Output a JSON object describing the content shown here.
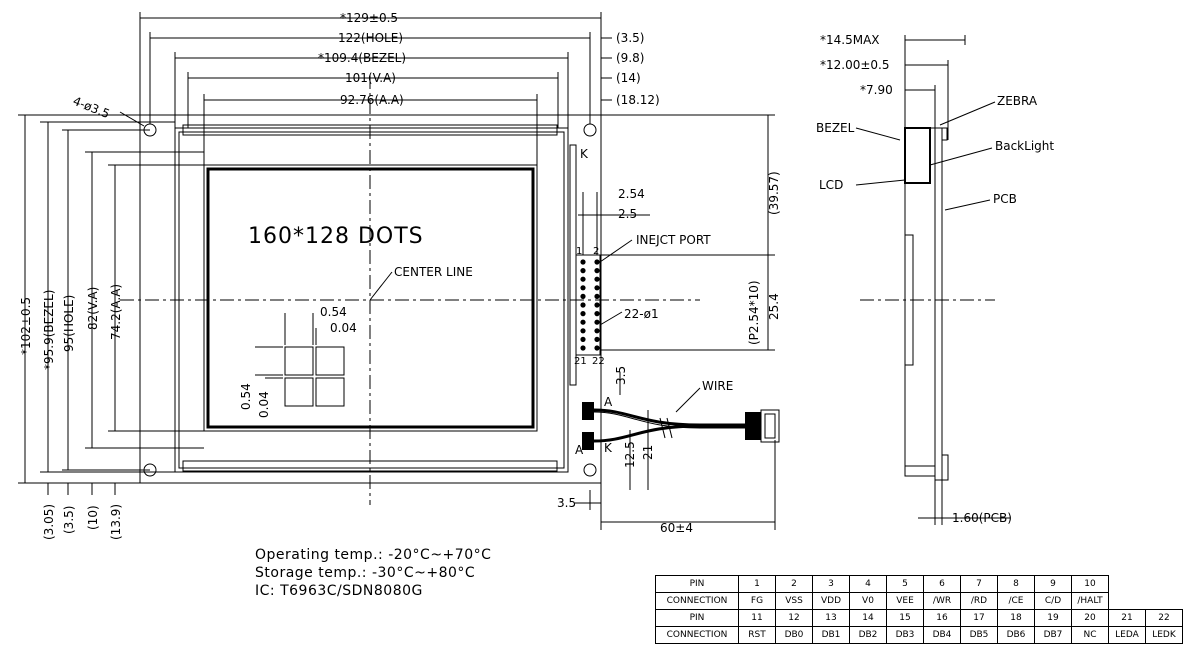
{
  "dims": {
    "outer_width": "*129±0.5",
    "hole_pitch": "122(HOLE)",
    "bezel_width": "*109.4(BEZEL)",
    "va_width": "101(V.A)",
    "aa_width": "92.76(A.A)",
    "r1": "(3.5)",
    "r2": "(9.8)",
    "r3": "(14)",
    "r4": "(18.12)",
    "hole_note": "4-ø3.5",
    "outer_height": "*102±0.5",
    "bezel_height": "*95.9(BEZEL)",
    "hole_height": "95(HOLE)",
    "va_height": "82(V.A)",
    "aa_height": "74.2(A.A)",
    "b1": "(3.05)",
    "b2": "(3.5)",
    "b3": "(10)",
    "b4": "(13.9)",
    "pitch1": "2.54",
    "pitch2": "2.5",
    "conn_top": "(39.57)",
    "conn_pitch": "(P2.54*10)",
    "conn_len": "25.4",
    "pin_holes": "22-ø1",
    "dot_pitch": "0.54",
    "dot_gap": "0.04",
    "dot_pitch_v": "0.54",
    "dot_gap_v": "0.04",
    "led_offset": "3.5",
    "led_a": "12.5",
    "led_k": "21",
    "edge_offset": "3.5",
    "wire_len": "60±4"
  },
  "labels": {
    "dots": "160*128 DOTS",
    "center_line": "CENTER LINE",
    "inject_port": "INEJCT PORT",
    "wire": "WIRE",
    "k_top": "K",
    "anode": "A",
    "cathode": "K",
    "anode2": "A",
    "pin1": "1",
    "pin2": "2",
    "pin21": "21",
    "pin22": "22"
  },
  "side": {
    "max_thickness": "*14.5MAX",
    "thickness": "*12.00±0.5",
    "module": "*7.90",
    "zebra": "ZEBRA",
    "bezel": "BEZEL",
    "backlight": "BackLight",
    "lcd": "LCD",
    "pcb": "PCB",
    "pcb_thickness": "1.60(PCB)"
  },
  "notes": {
    "operating": "Operating temp.: -20°C~+70°C",
    "storage": "Storage temp.: -30°C~+80°C",
    "ic": "IC: T6963C/SDN8080G"
  },
  "pin_table": {
    "pin_header": "PIN",
    "conn_header": "CONNECTION",
    "row1_pins": [
      "1",
      "2",
      "3",
      "4",
      "5",
      "6",
      "7",
      "8",
      "9",
      "10"
    ],
    "row1_conn": [
      "FG",
      "VSS",
      "VDD",
      "V0",
      "VEE",
      "/WR",
      "/RD",
      "/CE",
      "C/D",
      "/HALT"
    ],
    "row2_pins": [
      "11",
      "12",
      "13",
      "14",
      "15",
      "16",
      "17",
      "18",
      "19",
      "20",
      "21",
      "22"
    ],
    "row2_conn": [
      "RST",
      "DB0",
      "DB1",
      "DB2",
      "DB3",
      "DB4",
      "DB5",
      "DB6",
      "DB7",
      "NC",
      "LEDA",
      "LEDK"
    ]
  }
}
